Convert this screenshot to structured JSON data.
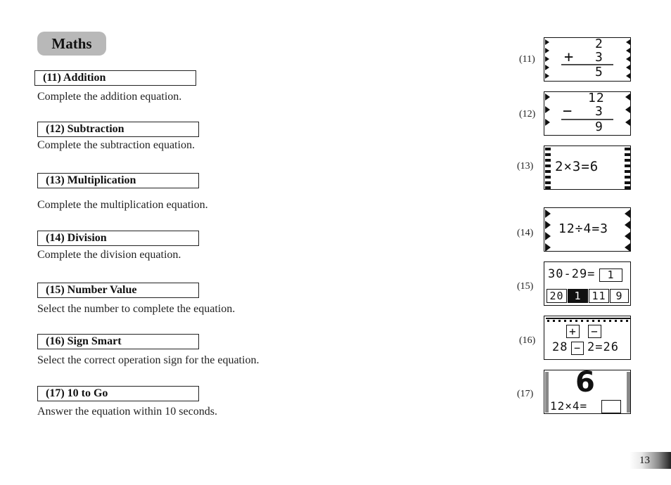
{
  "page": {
    "title": "Maths",
    "page_number": "13"
  },
  "sections": [
    {
      "label": "(11) Addition",
      "description": "Complete the addition equation.",
      "marker": "(11)"
    },
    {
      "label": "(12) Subtraction",
      "description": "Complete the subtraction equation.",
      "marker": "(12)"
    },
    {
      "label": "(13) Multiplication",
      "description": "Complete the multiplication equation.",
      "marker": "(13)"
    },
    {
      "label": "(14) Division",
      "description": "Complete the division equation.",
      "marker": "(14)"
    },
    {
      "label": "(15) Number Value",
      "description": "Select the number to complete the equation.",
      "marker": "(15)"
    },
    {
      "label": "(16) Sign Smart",
      "description": "Select the correct operation sign for the equation.",
      "marker": "(16)"
    },
    {
      "label": "(17) 10 to Go",
      "description": "Answer the equation within 10 seconds.",
      "marker": "(17)"
    }
  ],
  "screens": {
    "s11": {
      "top": "2",
      "op": "+",
      "bottom": "3",
      "result": "5"
    },
    "s12": {
      "top": "12",
      "op": "−",
      "bottom": "3",
      "result": "9"
    },
    "s13": {
      "equation": "2×3=6"
    },
    "s14": {
      "equation": "12÷4=3"
    },
    "s15": {
      "equation": "30-29=",
      "answer": "1",
      "options": [
        "20",
        "1",
        "11",
        "9"
      ]
    },
    "s16": {
      "signs": [
        "+",
        "−"
      ],
      "left": "28",
      "sign": "−",
      "right": "2=26"
    },
    "s17": {
      "timer": "6",
      "equation": "12×4="
    }
  }
}
